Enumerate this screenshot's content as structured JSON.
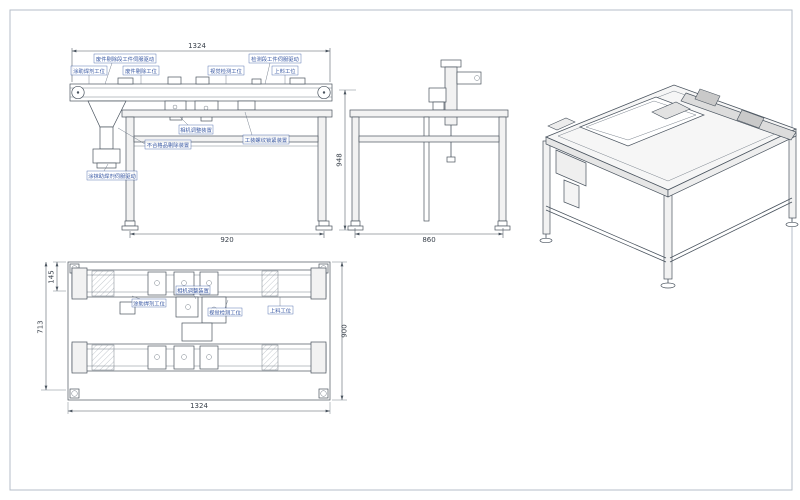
{
  "drawing": {
    "colors": {
      "line": "#4a545f",
      "label": "#3757a3",
      "fill_light": "#f2f2f2"
    },
    "dimensions": {
      "front_overall_width": "1324",
      "front_foot_span": "920",
      "overall_height": "948",
      "side_foot_span": "860",
      "plan_overall_width": "1324",
      "plan_depth": "900",
      "plan_conveyor_span": "713",
      "plan_edge_offset": "145"
    },
    "labels": {
      "servo_reject_section": "废件剔除段工件伺服驱动",
      "servo_inspect_section": "检测段工件伺服驱动",
      "station_flux": "涂助焊剂工位",
      "station_reject": "废件剔除工位",
      "station_vision": "视觉检测工位",
      "station_load": "上料工位",
      "camera_adjust": "相机调整装置",
      "defect_removal": "不合格品剔除装置",
      "fixture_lock": "工装螺纹锁紧装置",
      "servo_flux": "涂抹助焊剂伺服驱动",
      "plan_camera_adjust": "相机调整装置",
      "plan_station_flux": "涂助焊剂工位",
      "plan_station_vision": "视觉检测工位",
      "plan_station_load": "上料工位"
    }
  }
}
